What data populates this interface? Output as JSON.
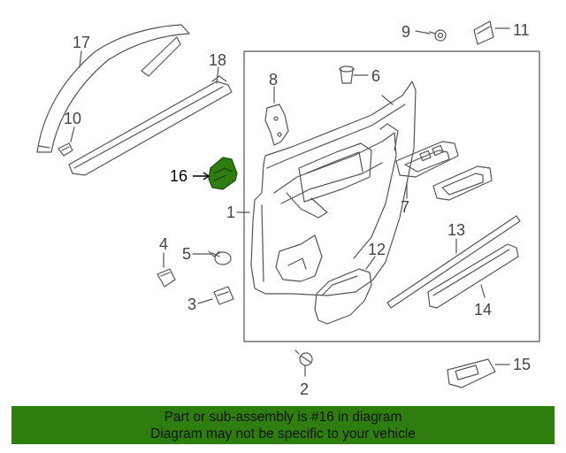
{
  "colors": {
    "highlight": "#2e7d0f",
    "line": "#555555",
    "banner_bg": "#2e7d0f"
  },
  "highlighted_part": "16",
  "callouts": {
    "c1": "1",
    "c2": "2",
    "c3": "3",
    "c4": "4",
    "c5": "5",
    "c6": "6",
    "c7": "7",
    "c8": "8",
    "c9": "9",
    "c10": "10",
    "c11": "11",
    "c12": "12",
    "c13": "13",
    "c14": "14",
    "c15": "15",
    "c16": "16",
    "c17": "17",
    "c18": "18"
  },
  "banner": {
    "line1": "Part or sub-assembly is #16 in diagram",
    "line2": "Diagram may not be specific to your vehicle"
  }
}
